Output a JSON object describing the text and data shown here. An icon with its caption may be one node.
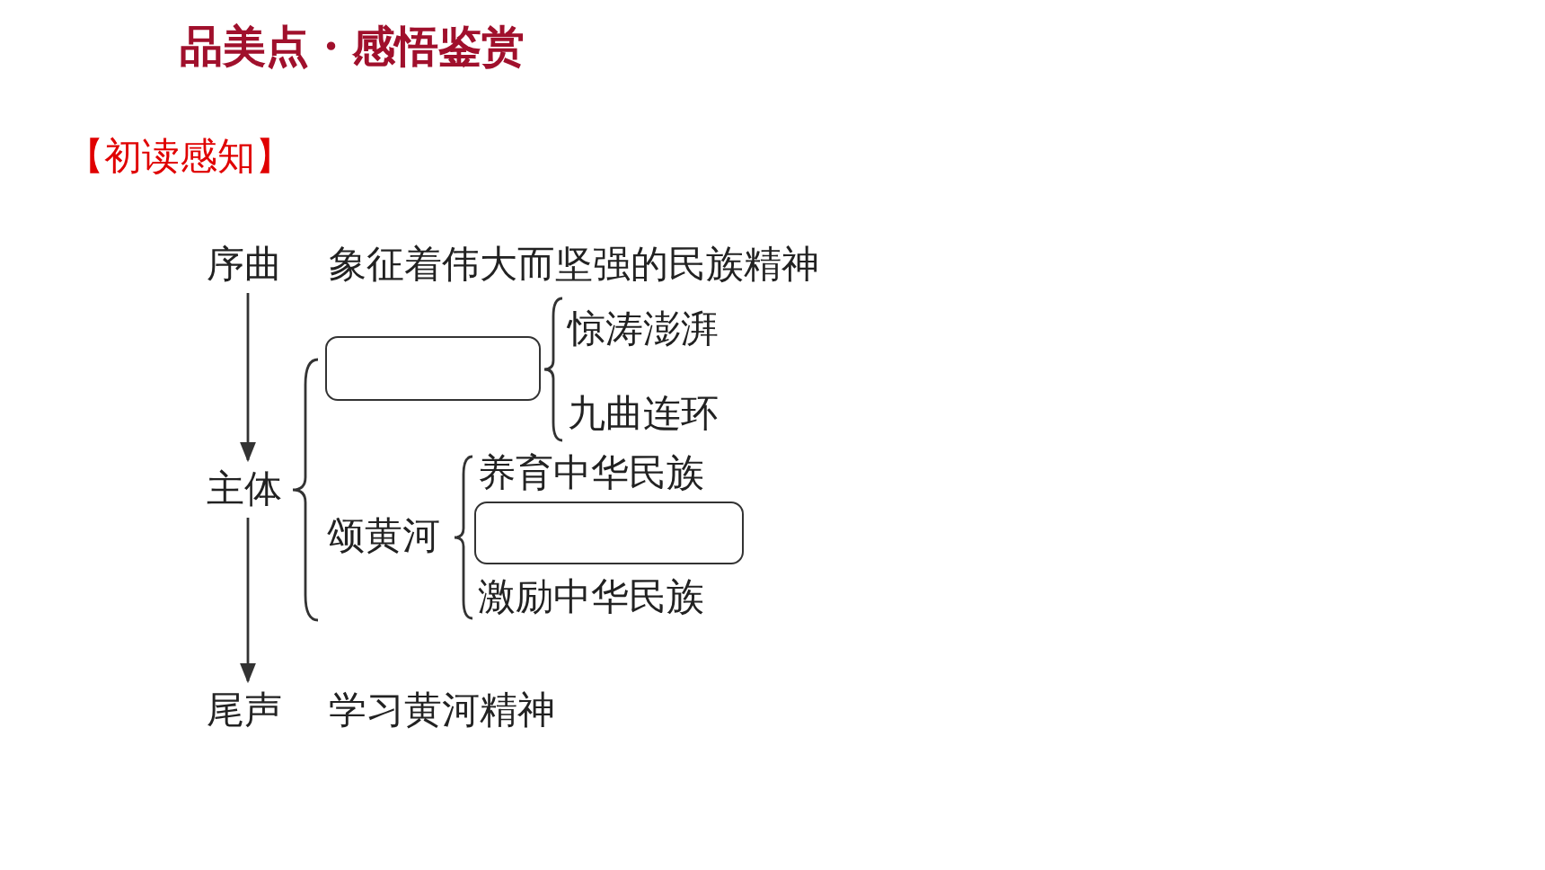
{
  "diagram": {
    "title": "品美点・感悟鉴赏",
    "nodes": [
      {
        "text": [
          "序曲"
        ]
      },
      {
        "text": [
          "主体"
        ]
      },
      {
        "text": [
          "尾声"
        ]
      },
      {
        "text": [],
        "shape": "box"
      },
      {
        "text": [
          "惊涛澎湃"
        ]
      },
      {
        "text": [
          "九曲连环"
        ]
      },
      {
        "text": [
          "颂黄河"
        ]
      },
      {
        "text": [
          "养育中华民族"
        ]
      },
      {
        "text": [],
        "shape": "box"
      },
      {
        "text": [
          "激励中华民族"
        ]
      }
    ],
    "edges": [
      {
        "from": 0,
        "to": 1,
        "arrow": "to"
      },
      {
        "from": 1,
        "to": 2,
        "arrow": "to"
      }
    ],
    "labels": [
      "【初读感知】",
      "象征着伟大而坚强的民族精神",
      "学习黄河精神"
    ]
  }
}
